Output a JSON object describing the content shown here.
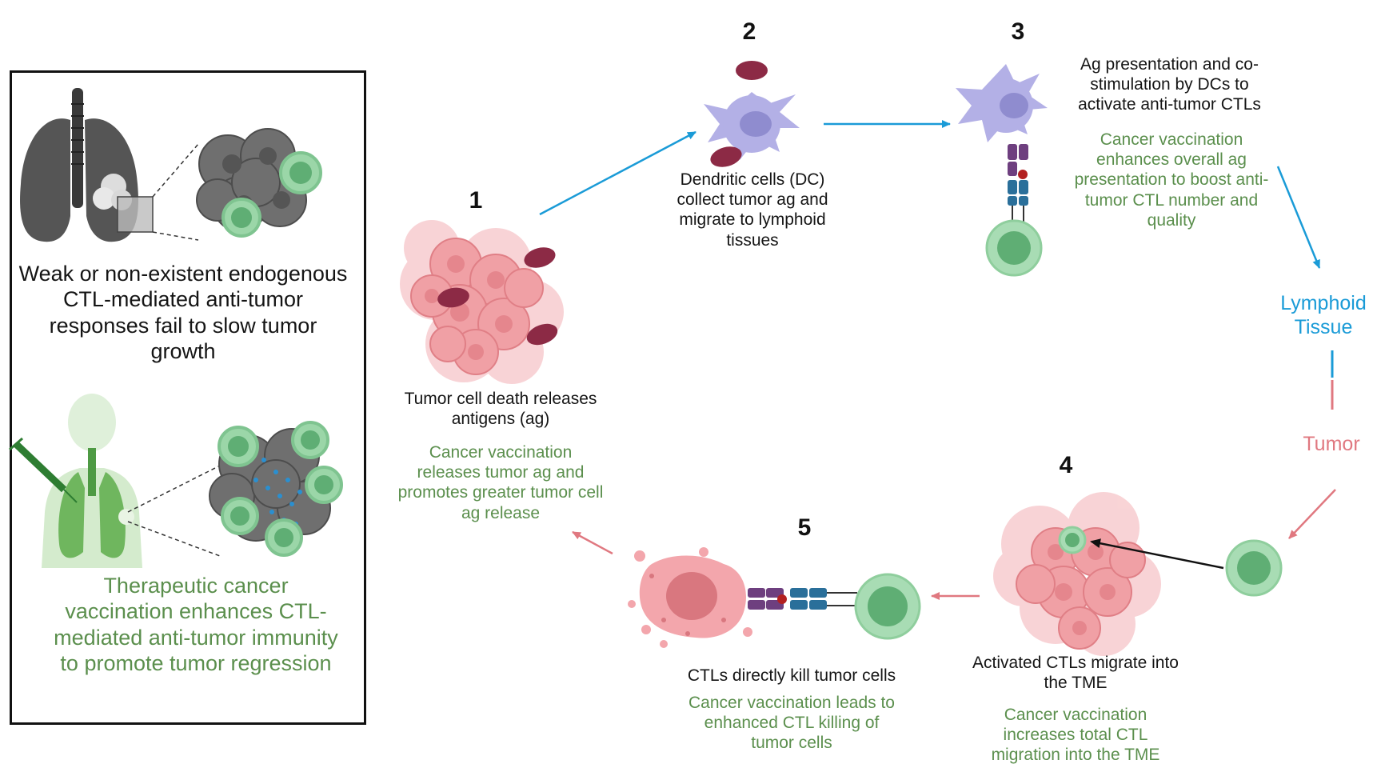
{
  "panel": {
    "endogenous_caption": "Weak or non-existent endogenous CTL-mediated anti-tumor responses fail to slow tumor growth",
    "vaccination_caption": "Therapeutic cancer vaccination enhances CTL-mediated anti-tumor immunity to promote tumor regression"
  },
  "steps": [
    {
      "number": "1",
      "description": "Tumor cell death releases antigens (ag)",
      "vaccination_effect": "Cancer vaccination releases tumor ag and promotes greater tumor cell ag release"
    },
    {
      "number": "2",
      "description": "Dendritic cells (DC) collect tumor ag and migrate to lymphoid tissues",
      "vaccination_effect": ""
    },
    {
      "number": "3",
      "description": "Ag presentation and co-stimulation by DCs to activate anti-tumor CTLs",
      "vaccination_effect": "Cancer vaccination enhances overall ag presentation to boost anti-tumor CTL number and quality"
    },
    {
      "number": "4",
      "description": "Activated CTLs migrate into the TME",
      "vaccination_effect": "Cancer vaccination increases total CTL migration into the TME"
    },
    {
      "number": "5",
      "description": "CTLs directly kill tumor cells",
      "vaccination_effect": "Cancer vaccination leads to enhanced CTL killing of tumor cells"
    }
  ],
  "locations": {
    "lymphoid": "Lymphoid Tissue",
    "tumor": "Tumor"
  },
  "colors": {
    "blue_arrow": "#1a9bd7",
    "red_arrow": "#e07880",
    "green_text": "#5b8f4d",
    "lymphoid_text": "#1a9bd7",
    "tumor_text": "#e07880",
    "tumor_cell": "#f0a0a5",
    "antigen": "#8c2a45",
    "dendritic_cell": "#b3b0e6",
    "ctl_cell": "#8fcea0"
  }
}
